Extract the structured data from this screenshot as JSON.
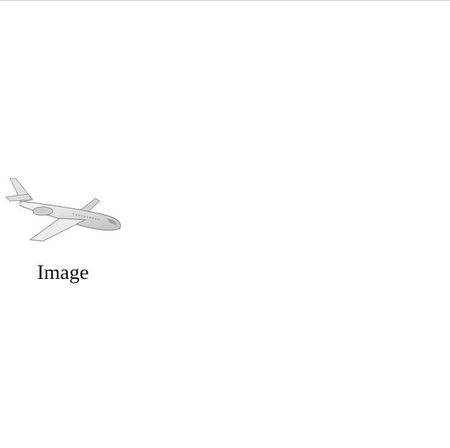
{
  "input": {
    "label": "Image"
  },
  "colors": {
    "arrow_top": "#2b2b2b",
    "arrow_bottom": "#234b8c",
    "voxel_face": "#bdbdbd",
    "voxel_edge": "#555555",
    "recon_fill": "#a9a9a9",
    "input_plane": "#e6e6e6"
  },
  "icons": {
    "input_object": "airplane-photo",
    "output_primitive": "airplane-box-primitives",
    "output_reconstruction": "airplane-gray-reconstruction"
  }
}
